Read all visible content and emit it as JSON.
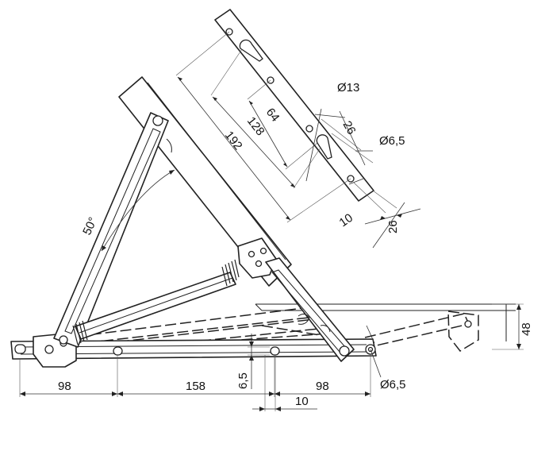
{
  "labels": {
    "angle": "50°",
    "d98_left": "98",
    "d158": "158",
    "d98_right": "98",
    "d6_5_vert": "6,5",
    "d10_bottom": "10",
    "d48": "48",
    "dia6_5_bottom": "Ø6,5",
    "d192": "192",
    "d128": "128",
    "d64": "64",
    "dia13": "Ø13",
    "d26_top": "26",
    "dia6_5_top": "Ø6,5",
    "d10_right": "10",
    "d26_right": "26"
  }
}
